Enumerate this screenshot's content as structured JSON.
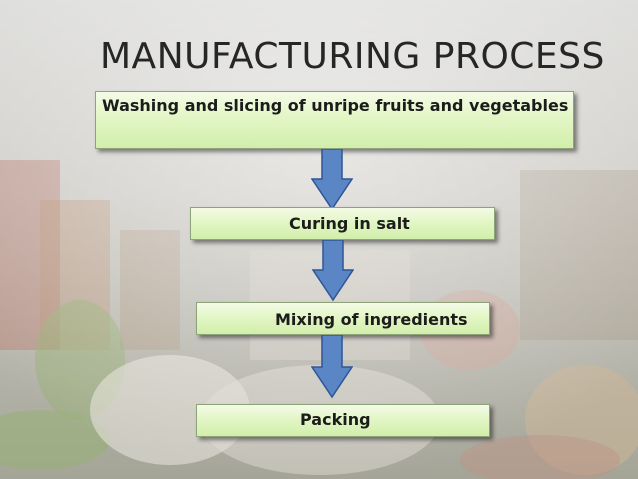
{
  "title": "MANUFACTURING PROCESS",
  "steps": [
    "Washing and slicing of unripe fruits and vegetables",
    "Curing in salt",
    "Mixing of ingredients",
    "Packing"
  ],
  "colors": {
    "step_fill": "#dff4c1",
    "arrow": "#5b86c6",
    "arrow_outline": "#2f5597",
    "title": "#262626"
  }
}
